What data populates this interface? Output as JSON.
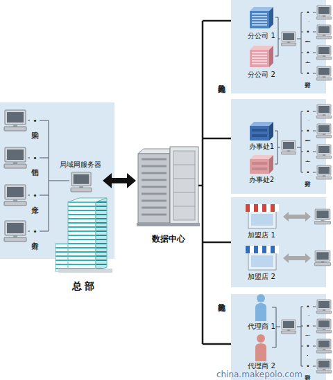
{
  "diagram": {
    "nodes": [
      {
        "text": [
          "总 部"
        ]
      },
      {
        "text": [
          "局域网服务器"
        ],
        "in": 0
      },
      {
        "text": [
          "数据中心"
        ]
      },
      {
        "text": [
          "分公司 1"
        ]
      },
      {
        "text": [
          "分公司 2"
        ]
      },
      {
        "text": [
          "办事处1"
        ]
      },
      {
        "text": [
          "办事处2"
        ]
      },
      {
        "text": [
          "加盟店 1"
        ]
      },
      {
        "text": [
          "加盟店 2"
        ]
      },
      {
        "text": [
          "代理商 1"
        ]
      },
      {
        "text": [
          "代理商 2"
        ]
      }
    ],
    "edges": [
      {
        "from": 1,
        "to": 2,
        "arrow": "both"
      }
    ],
    "labels": [
      "•采购",
      "•销售",
      "•仓库",
      "•财务",
      "异地分支机构",
      "•采购",
      "•销售",
      "•仓库",
      "•财务",
      "•采购",
      "•销售",
      "•仓库",
      "•财务",
      "异地分支机构",
      "•采购",
      "•销售",
      "•仓库",
      "•财务",
      "china.makepolo.com"
    ]
  }
}
